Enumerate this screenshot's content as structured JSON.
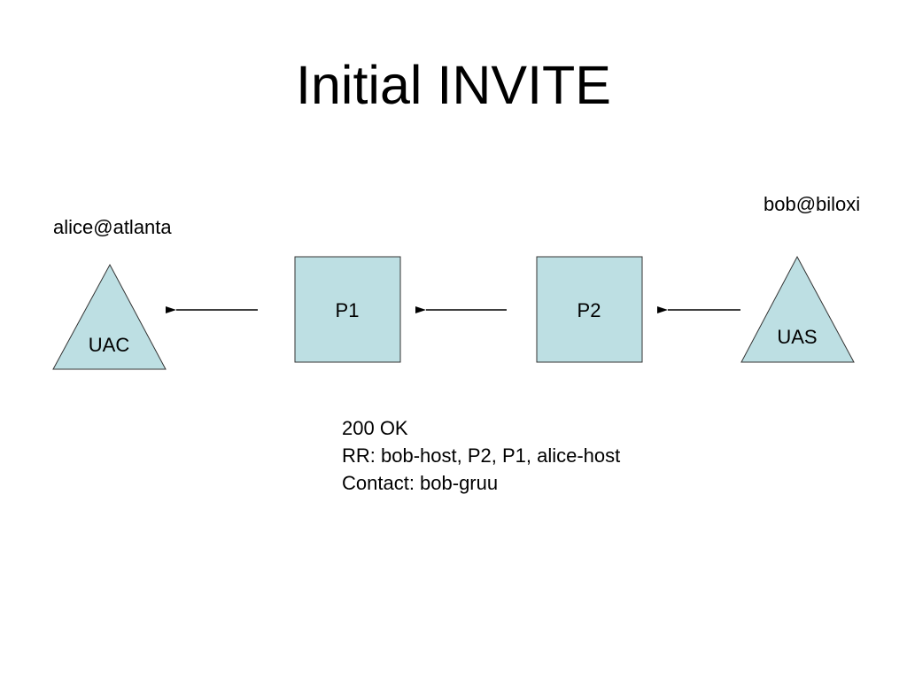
{
  "slide": {
    "title": "Initial INVITE"
  },
  "endpoints": {
    "left": "alice@atlanta",
    "right": "bob@biloxi"
  },
  "nodes": {
    "uac": "UAC",
    "p1": "P1",
    "p2": "P2",
    "uas": "UAS"
  },
  "message": {
    "lines": [
      "200 OK",
      "RR: bob-host, P2, P1, alice-host",
      "Contact: bob-gruu"
    ]
  },
  "colors": {
    "node_fill": "#BDDFE3",
    "node_stroke": "#333333",
    "arrow": "#000000"
  }
}
